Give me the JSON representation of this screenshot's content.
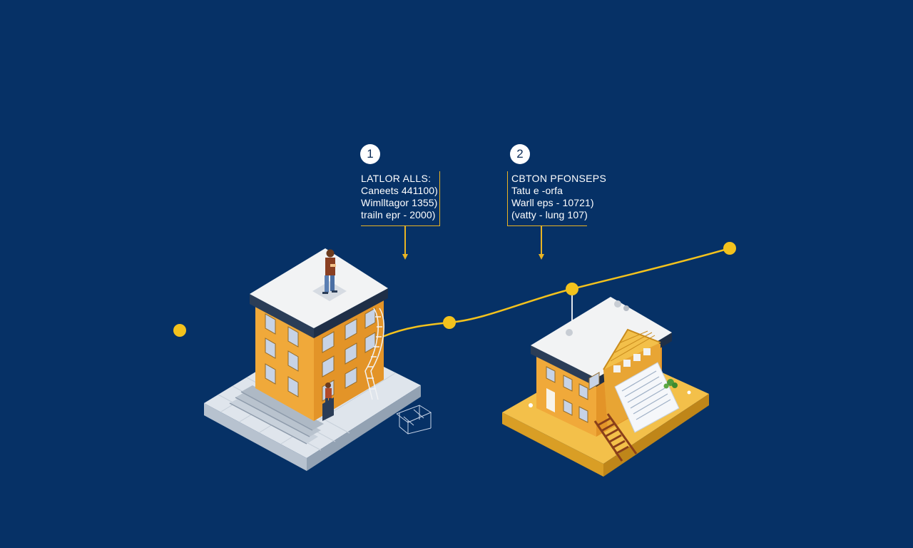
{
  "colors": {
    "background": "#063166",
    "accent_yellow": "#f3c21d",
    "building_orange": "#f0a93a",
    "roof_white": "#f2f3f4",
    "platform_grey": "#dfe5ec",
    "platform_gold": "#f3c04a"
  },
  "steps": [
    {
      "number": "1",
      "title": "LATLOR ALLS:",
      "lines": [
        "Caneets 441100)",
        "Wimlltagor 1355)",
        "trailn epr - 2000)"
      ]
    },
    {
      "number": "2",
      "title": "CBTON PFONSEPS",
      "lines": [
        "Tatu e -orfa",
        "Warll eps - 10721)",
        "(vatty - lung 107)"
      ]
    }
  ],
  "icons": {
    "building_one": "apartment-building-icon",
    "building_two": "house-with-document-icon",
    "timeline": "timeline-path-icon"
  }
}
